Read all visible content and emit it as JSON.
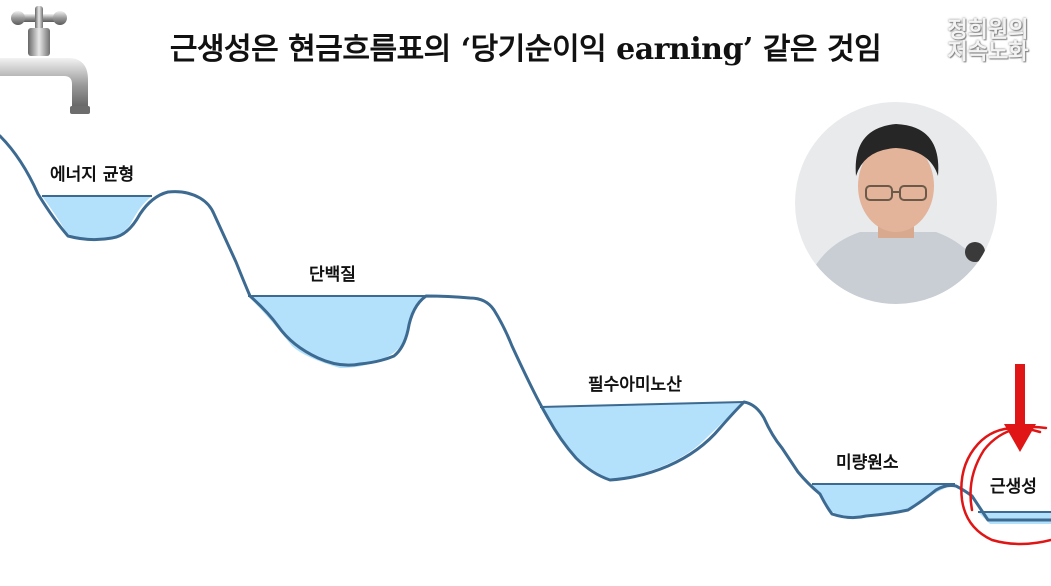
{
  "slide": {
    "title": "근생성은 현금흐름표의 ‘당기순이익 earning’ 같은 것임",
    "logo_line1": "정희원의",
    "logo_line2": "저속노화"
  },
  "diagram": {
    "pools": [
      {
        "label": "에너지 균형"
      },
      {
        "label": "단백질"
      },
      {
        "label": "필수아미노산"
      },
      {
        "label": "미량원소"
      },
      {
        "label": "근생성"
      }
    ],
    "colors": {
      "water": "#b3e0fb",
      "terrain": "#3d6a91",
      "highlight": "#e01515"
    }
  }
}
